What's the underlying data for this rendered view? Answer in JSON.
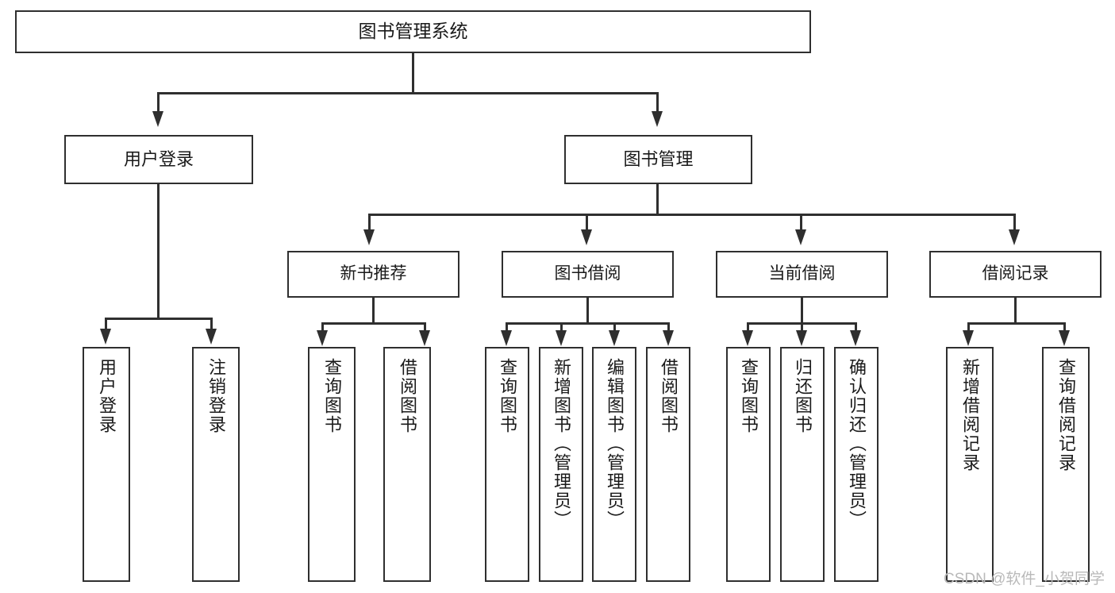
{
  "diagram": {
    "type": "tree-hierarchy",
    "title": "图书管理系统",
    "watermark": "CSDN @软件_小贺同学",
    "colors": {
      "box_border": "#2f2f2f",
      "box_fill": "#ffffff",
      "connector": "#2f2f2f",
      "text": "#1a1a1a",
      "watermark": "#b9b9b9",
      "background": "#ffffff"
    },
    "root": {
      "label": "图书管理系统"
    },
    "level2": [
      {
        "label": "用户登录"
      },
      {
        "label": "图书管理"
      }
    ],
    "level3": [
      {
        "label": "新书推荐"
      },
      {
        "label": "图书借阅"
      },
      {
        "label": "当前借阅"
      },
      {
        "label": "借阅记录"
      }
    ],
    "leaves": {
      "user_login": [
        {
          "label": "用户登录"
        },
        {
          "label": "注销登录"
        }
      ],
      "new_book_recommend": [
        {
          "label": "查询图书"
        },
        {
          "label": "借阅图书"
        }
      ],
      "book_borrow": [
        {
          "label": "查询图书"
        },
        {
          "label": "新增图书（管理员）"
        },
        {
          "label": "编辑图书（管理员）"
        },
        {
          "label": "借阅图书"
        }
      ],
      "current_borrow": [
        {
          "label": "查询图书"
        },
        {
          "label": "归还图书"
        },
        {
          "label": "确认归还（管理员）"
        }
      ],
      "borrow_record": [
        {
          "label": "新增借阅记录"
        },
        {
          "label": "查询借阅记录"
        }
      ]
    }
  }
}
